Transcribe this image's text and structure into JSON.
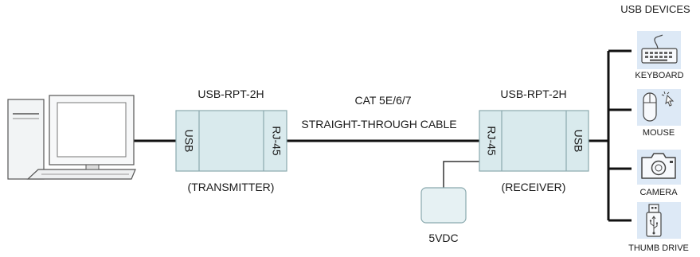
{
  "header": {
    "usb_devices_title": "USB DEVICES"
  },
  "transmitter": {
    "model": "USB-RPT-2H",
    "left_port": "USB",
    "right_port": "RJ-45",
    "caption": "(TRANSMITTER)"
  },
  "cable": {
    "line1": "CAT 5E/6/7",
    "line2": "STRAIGHT-THROUGH CABLE"
  },
  "receiver": {
    "model": "USB-RPT-2H",
    "left_port": "RJ-45",
    "right_port": "USB",
    "caption": "(RECEIVER)"
  },
  "power": {
    "label": "5VDC"
  },
  "devices": [
    {
      "label": "KEYBOARD",
      "icon": "keyboard-icon"
    },
    {
      "label": "MOUSE",
      "icon": "mouse-icon"
    },
    {
      "label": "CAMERA",
      "icon": "camera-icon"
    },
    {
      "label": "THUMB DRIVE",
      "icon": "thumb-drive-icon"
    }
  ],
  "colors": {
    "box_fill": "#d9eaed",
    "box_stroke": "#8aa9ae",
    "line": "#111111",
    "icon_bg": "#dde9f6"
  }
}
